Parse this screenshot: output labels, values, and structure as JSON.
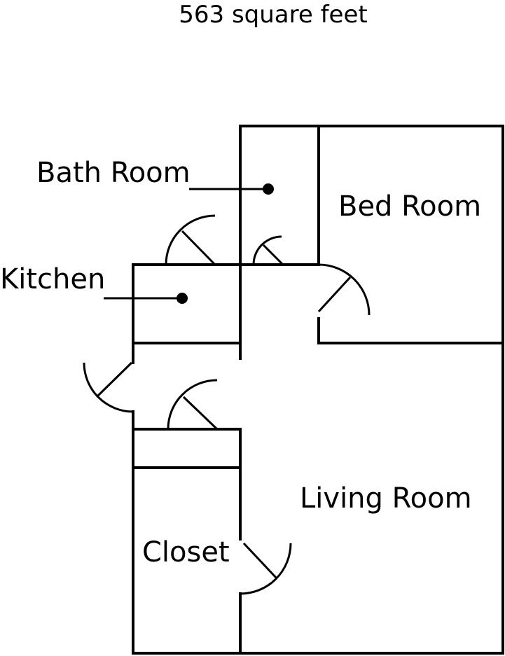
{
  "title": "563 square feet",
  "rooms": {
    "bath": "Bath Room",
    "bed": "Bed Room",
    "kitchen": "Kitchen",
    "living": "Living Room",
    "closet": "Closet"
  },
  "colors": {
    "line": "#000000",
    "background": "#ffffff"
  }
}
